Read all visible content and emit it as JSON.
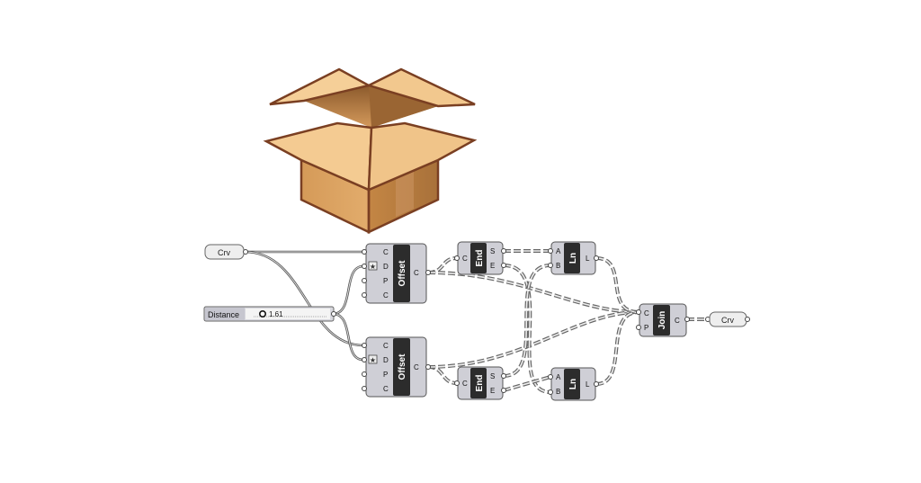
{
  "illustration": {
    "icon": "cardboard-box-icon"
  },
  "params": {
    "crv_in": "Crv",
    "crv_out": "Crv",
    "distance_label": "Distance",
    "distance_value": "1.61"
  },
  "components": {
    "offset_top": {
      "name": "Offset",
      "inputs": [
        "C",
        "D",
        "P",
        "C"
      ],
      "outputs": [
        "C"
      ]
    },
    "offset_bottom": {
      "name": "Offset",
      "inputs": [
        "C",
        "D",
        "P",
        "C"
      ],
      "outputs": [
        "C"
      ]
    },
    "end_top": {
      "name": "End",
      "inputs": [
        "C"
      ],
      "outputs": [
        "S",
        "E"
      ]
    },
    "end_bottom": {
      "name": "End",
      "inputs": [
        "C"
      ],
      "outputs": [
        "S",
        "E"
      ]
    },
    "ln_top": {
      "name": "Ln",
      "inputs": [
        "A",
        "B"
      ],
      "outputs": [
        "L"
      ]
    },
    "ln_bottom": {
      "name": "Ln",
      "inputs": [
        "A",
        "B"
      ],
      "outputs": [
        "L"
      ]
    },
    "join": {
      "name": "Join",
      "inputs": [
        "C",
        "P"
      ],
      "outputs": [
        "C"
      ]
    }
  },
  "colors": {
    "box_light": "#f3c98f",
    "box_mid": "#dca265",
    "box_dark": "#a8713a",
    "box_outline": "#7a3f22",
    "component_body": "#cfcfd6",
    "component_core": "#2c2c2c"
  }
}
